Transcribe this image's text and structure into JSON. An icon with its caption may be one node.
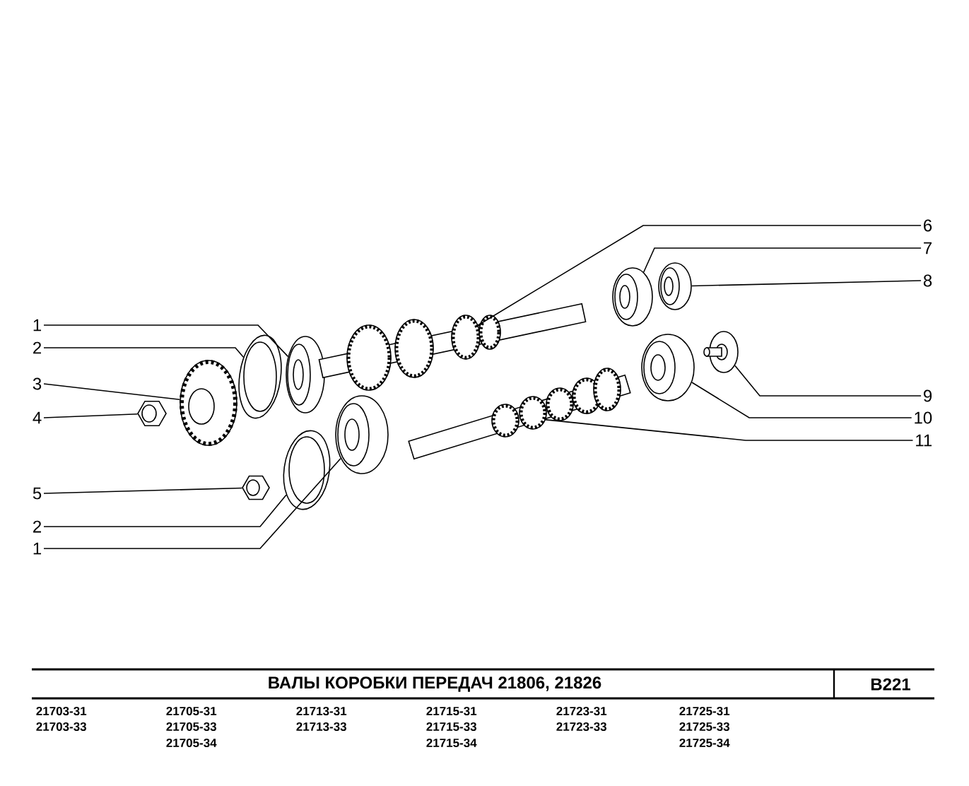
{
  "diagram": {
    "title": "ВАЛЫ   КОРОБКИ   ПЕРЕДАЧ  21806,  21826",
    "nodes": [
      {
        "text": [
          "1"
        ]
      },
      {
        "text": [
          "2"
        ]
      },
      {
        "text": [
          "3"
        ]
      },
      {
        "text": [
          "4"
        ]
      },
      {
        "text": [
          "5"
        ]
      },
      {
        "text": [
          "2"
        ]
      },
      {
        "text": [
          "1"
        ]
      },
      {
        "text": [
          "6"
        ]
      },
      {
        "text": [
          "7"
        ]
      },
      {
        "text": [
          "8"
        ]
      },
      {
        "text": [
          "9"
        ]
      },
      {
        "text": [
          "10"
        ]
      },
      {
        "text": [
          "11"
        ]
      },
      {
        "text": [],
        "shape": "picture"
      },
      {
        "text": [],
        "shape": "picture"
      },
      {
        "text": [],
        "shape": "picture"
      },
      {
        "text": [],
        "shape": "picture"
      },
      {
        "text": [],
        "shape": "picture"
      },
      {
        "text": [],
        "shape": "picture"
      },
      {
        "text": [],
        "shape": "picture"
      },
      {
        "text": [],
        "shape": "picture"
      },
      {
        "text": [],
        "shape": "picture"
      },
      {
        "text": [],
        "shape": "picture"
      },
      {
        "text": [],
        "shape": "picture"
      },
      {
        "text": [],
        "shape": "picture"
      },
      {
        "text": [],
        "shape": "picture"
      }
    ],
    "edges": [
      {
        "from": 0,
        "to": 13,
        "arrow": "none"
      },
      {
        "from": 1,
        "to": 14,
        "arrow": "none"
      },
      {
        "from": 2,
        "to": 15,
        "arrow": "none"
      },
      {
        "from": 3,
        "to": 16,
        "arrow": "none"
      },
      {
        "from": 4,
        "to": 17,
        "arrow": "none"
      },
      {
        "from": 5,
        "to": 18,
        "arrow": "none"
      },
      {
        "from": 6,
        "to": 19,
        "arrow": "none"
      },
      {
        "from": 7,
        "to": 20,
        "arrow": "none"
      },
      {
        "from": 8,
        "to": 21,
        "arrow": "none"
      },
      {
        "from": 9,
        "to": 22,
        "arrow": "none"
      },
      {
        "from": 10,
        "to": 23,
        "arrow": "none"
      },
      {
        "from": 11,
        "to": 24,
        "arrow": "none"
      },
      {
        "from": 12,
        "to": 25,
        "arrow": "none"
      }
    ],
    "labels": [
      "В221",
      "21703-31",
      "21705-31",
      "21713-31",
      "21715-31",
      "21723-31",
      "21725-31",
      "21703-33",
      "21705-33",
      "21713-33",
      "21715-33",
      "21723-33",
      "21725-33",
      "21705-34",
      "21715-34",
      "21725-34"
    ]
  }
}
